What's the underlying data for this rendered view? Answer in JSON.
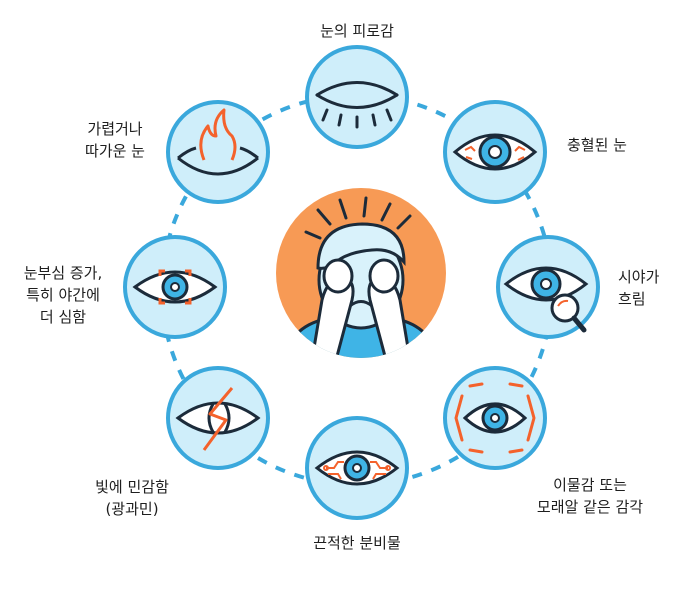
{
  "colors": {
    "circle_fill": "#cfeefa",
    "circle_stroke": "#3aa8dc",
    "dash_ring": "#3aa8dc",
    "accent_orange": "#f4622c",
    "center_disc": "#f79a55",
    "iris_blue": "#3fb4e6",
    "outline": "#1c2b3a"
  },
  "center_figure": {
    "icon": "person-covering-eyes-icon"
  },
  "symptoms": [
    {
      "id": "eye-fatigue",
      "icon": "closed-eye-icon",
      "lines": [
        "눈의 피로감"
      ]
    },
    {
      "id": "red-eyes",
      "icon": "bloodshot-eye-icon",
      "lines": [
        "충혈된 눈"
      ]
    },
    {
      "id": "blurred-vision",
      "icon": "eye-magnifier-icon",
      "lines": [
        "시야가",
        "흐림"
      ]
    },
    {
      "id": "foreign-body",
      "icon": "eye-arrows-icon",
      "lines": [
        "이물감 또는",
        "모래알 같은 감각"
      ]
    },
    {
      "id": "sticky-discharge",
      "icon": "eye-veins-icon",
      "lines": [
        "끈적한 분비물"
      ]
    },
    {
      "id": "photophobia",
      "icon": "eye-lightning-icon",
      "lines": [
        "빛에 민감함",
        "(광과민)"
      ]
    },
    {
      "id": "glare",
      "icon": "eye-focus-icon",
      "lines": [
        "눈부심 증가,",
        "특히 야간에",
        "더 심함"
      ]
    },
    {
      "id": "itching-burning",
      "icon": "eye-flame-icon",
      "lines": [
        "가렵거나",
        "따가운 눈"
      ]
    }
  ]
}
